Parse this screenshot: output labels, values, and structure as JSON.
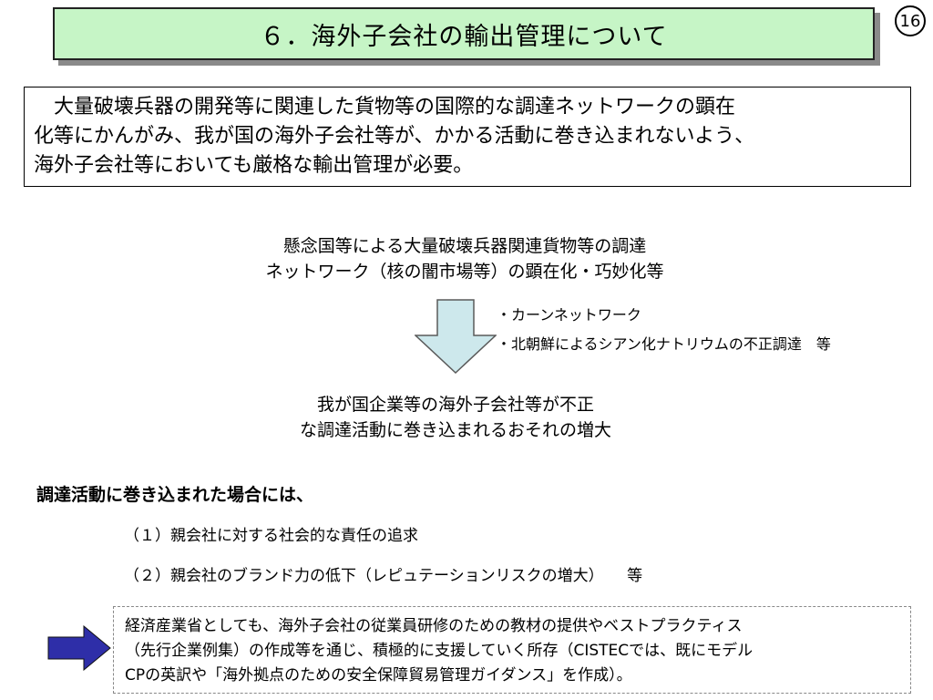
{
  "header": {
    "title": "６．海外子会社の輸出管理について",
    "page_number": "16"
  },
  "summary": {
    "lines": [
      "大量破壊兵器の開発等に関連した貨物等の国際的な調達ネットワークの顕在",
      "化等にかんがみ、我が国の海外子会社等が、かかる活動に巻き込まれないよう、",
      "海外子会社等においても厳格な輸出管理が必要。"
    ]
  },
  "concern": {
    "lines": [
      "懸念国等による大量破壊兵器関連貨物等の調達",
      "ネットワーク（核の闇市場等）の顕在化・巧妙化等"
    ]
  },
  "examples": [
    "・カーンネットワーク",
    "・北朝鮮によるシアン化ナトリウムの不正調達　等"
  ],
  "risk": {
    "lines": [
      "我が国企業等の海外子会社等が不正",
      "な調達活動に巻き込まれるおそれの増大"
    ]
  },
  "consequences": {
    "heading": "調達活動に巻き込まれた場合には、",
    "items": [
      "（１）親会社に対する社会的な責任の追求",
      "（２）親会社のブランド力の低下（レピュテーションリスクの増大）　　等"
    ]
  },
  "conclusion": {
    "lines": [
      "経済産業省としても、海外子会社の従業員研修のための教材の提供やベストプラクティス",
      "（先行企業例集）の作成等を通じ、積極的に支援していく所存（CISTECでは、既にモデル",
      "CPの英訳や「海外拠点のための安全保障貿易管理ガイダンス」を作成）。"
    ]
  },
  "colors": {
    "title_bg": "#c6f5c6",
    "down_arrow_fill": "#cde8ec",
    "right_arrow_fill": "#2e2ea8"
  },
  "icons": {
    "flow_arrow": "down-arrow-icon",
    "action_arrow": "right-arrow-icon"
  }
}
